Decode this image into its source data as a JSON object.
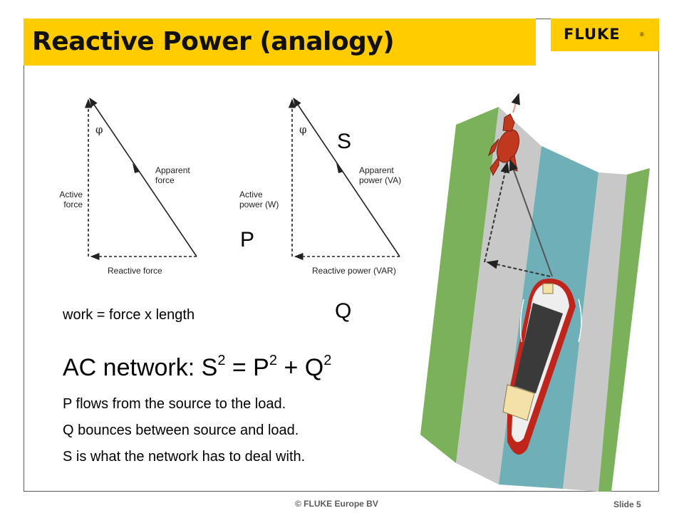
{
  "slide": {
    "title": "Reactive Power (analogy)",
    "logo_text": "FLUKE",
    "logo_reg": "®"
  },
  "diagram_left": {
    "phi": "φ",
    "apparent_line1": "Apparent",
    "apparent_line2": "force",
    "active_line1": "Active",
    "active_line2": "force",
    "reactive": "Reactive force"
  },
  "diagram_right": {
    "phi": "φ",
    "apparent_line1": "Apparent",
    "apparent_line2": "power (VA)",
    "active_line1": "Active",
    "active_line2": "power (W)",
    "reactive": "Reactive power (VAR)",
    "S": "S",
    "P": "P",
    "Q": "Q"
  },
  "body": {
    "work": "work = force x length",
    "formula": {
      "prefix": "AC network: S",
      "exp1": "2",
      "eq": " = P",
      "exp2": "2",
      "plus": " + Q",
      "exp3": "2"
    },
    "lines": [
      "P flows from the source to the load.",
      "Q bounces between source and load.",
      "S is what the network has to deal with."
    ]
  },
  "footer": {
    "copyright": "© FLUKE Europe BV",
    "slide_label": "Slide 5"
  },
  "colors": {
    "accent_yellow": "#ffcc00",
    "canal_water": "#6fb0b8",
    "grass": "#7ab15a",
    "bank": "#c8c8c8",
    "horse": "#c0391f"
  }
}
